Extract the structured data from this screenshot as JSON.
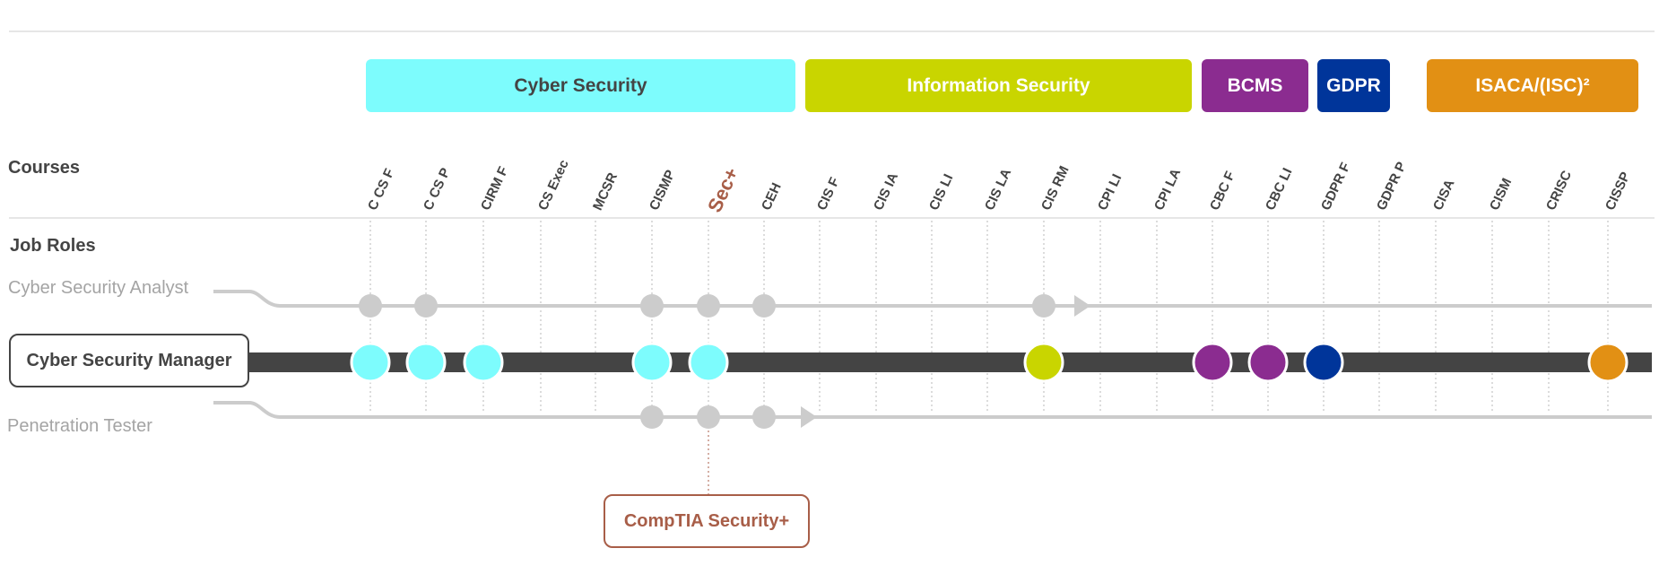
{
  "categories": [
    {
      "label": "Cyber Security",
      "color": "#7dfcfd",
      "text": "dark"
    },
    {
      "label": "Information Security",
      "color": "#c9d500",
      "text": "light"
    },
    {
      "label": "BCMS",
      "color": "#8b2c90",
      "text": "light"
    },
    {
      "label": "GDPR",
      "color": "#00359a",
      "text": "light"
    },
    {
      "label": "ISACA/(ISC)²",
      "color": "#e29014",
      "text": "light"
    }
  ],
  "headers": {
    "courses": "Courses",
    "job_roles": "Job Roles"
  },
  "courses": [
    "C CS F",
    "C CS P",
    "CIRM F",
    "CS Exec",
    "MCSR",
    "CISMP",
    "Sec+",
    "CEH",
    "CIS F",
    "CIS IA",
    "CIS LI",
    "CIS LA",
    "CIS RM",
    "CPI LI",
    "CPI LA",
    "CBC F",
    "CBC LI",
    "GDPR F",
    "GDPR P",
    "CISA",
    "CISM",
    "CRISC",
    "CISSP"
  ],
  "highlight_course": "Sec+",
  "roles": [
    {
      "name": "Cyber Security Analyst",
      "courses": [
        "C CS F",
        "C CS P",
        "CISMP",
        "Sec+",
        "CEH",
        "CIS RM"
      ]
    },
    {
      "name": "Cyber Security Manager",
      "courses": [
        {
          "course": "C CS F",
          "color": "#7dfcfd"
        },
        {
          "course": "C CS P",
          "color": "#7dfcfd"
        },
        {
          "course": "CIRM F",
          "color": "#7dfcfd"
        },
        {
          "course": "CISMP",
          "color": "#7dfcfd"
        },
        {
          "course": "Sec+",
          "color": "#7dfcfd"
        },
        {
          "course": "CIS RM",
          "color": "#c9d500"
        },
        {
          "course": "CBC F",
          "color": "#8b2c90"
        },
        {
          "course": "CBC LI",
          "color": "#8b2c90"
        },
        {
          "course": "GDPR F",
          "color": "#00359a"
        },
        {
          "course": "CISSP",
          "color": "#e29014"
        }
      ]
    },
    {
      "name": "Penetration Tester",
      "courses": [
        "CISMP",
        "Sec+",
        "CEH"
      ]
    }
  ],
  "callout": {
    "label": "CompTIA Security+",
    "course": "Sec+",
    "color": "#a85e48"
  },
  "colors": {
    "track_main": "#444444",
    "track_muted": "#cccccc",
    "node_muted": "#cccccc",
    "text_main": "#444444",
    "text_muted": "#a4a4a4"
  }
}
